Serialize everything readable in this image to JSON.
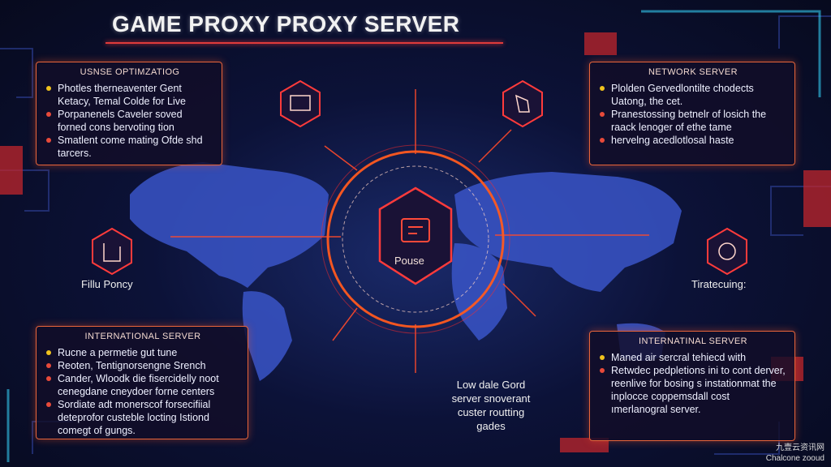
{
  "title": "GAME PROXY PROXY SERVER",
  "panels": {
    "top_left": {
      "title": "USNSE OPTIMZATIOG",
      "items": [
        "Photles therneaventer Gent Ketacy, Temal Colde for Live",
        "Porpanenels Caveler soved forned cons bervoting tion",
        "Smatlent come mating Ofde shd tarcers."
      ]
    },
    "top_right": {
      "title": "NETWORK SERVER",
      "items": [
        "Plolden Gervedlontilte chodects Uatong, the cet.",
        "Pranestossing betnelr of losich the raack lenoger of ethe tame",
        "hervelng acedlotlosal haste"
      ]
    },
    "bottom_left": {
      "title": "INTERNATIONAL SERVER",
      "items": [
        "Rucne a permetie gut tune",
        "Reoten, Tentignorsengne Srench",
        "Cander, Wloodk die fisercidelly noot cenegdane cneydoer forne centers",
        "Sordiate adt monerscof forsecifiial deteprofor custeble locting Istiond comegt of gungs."
      ]
    },
    "bottom_right": {
      "title": "INTERNATINAL SERVER",
      "items": [
        "Maned air sercral tehiecd with",
        "Retwdec pedpletions ini to cont derver, reenlive for bosing s instationmat the inplocce coppemsdall cost ımerlanogral server."
      ]
    }
  },
  "left_label": "Fillu Poncy",
  "right_label": "Tiratecuing:",
  "center_label": "Pouse",
  "bottom_note": [
    "Low dale Gord",
    "server snoverant",
    "custer routting",
    "gades"
  ],
  "watermark": [
    "九壹云资讯网",
    "Chalcone zooud"
  ],
  "colors": {
    "accent": "#e8653a",
    "glow": "#ff3b2f",
    "bullet": "#f0c21d",
    "map": "#3a55c8"
  }
}
